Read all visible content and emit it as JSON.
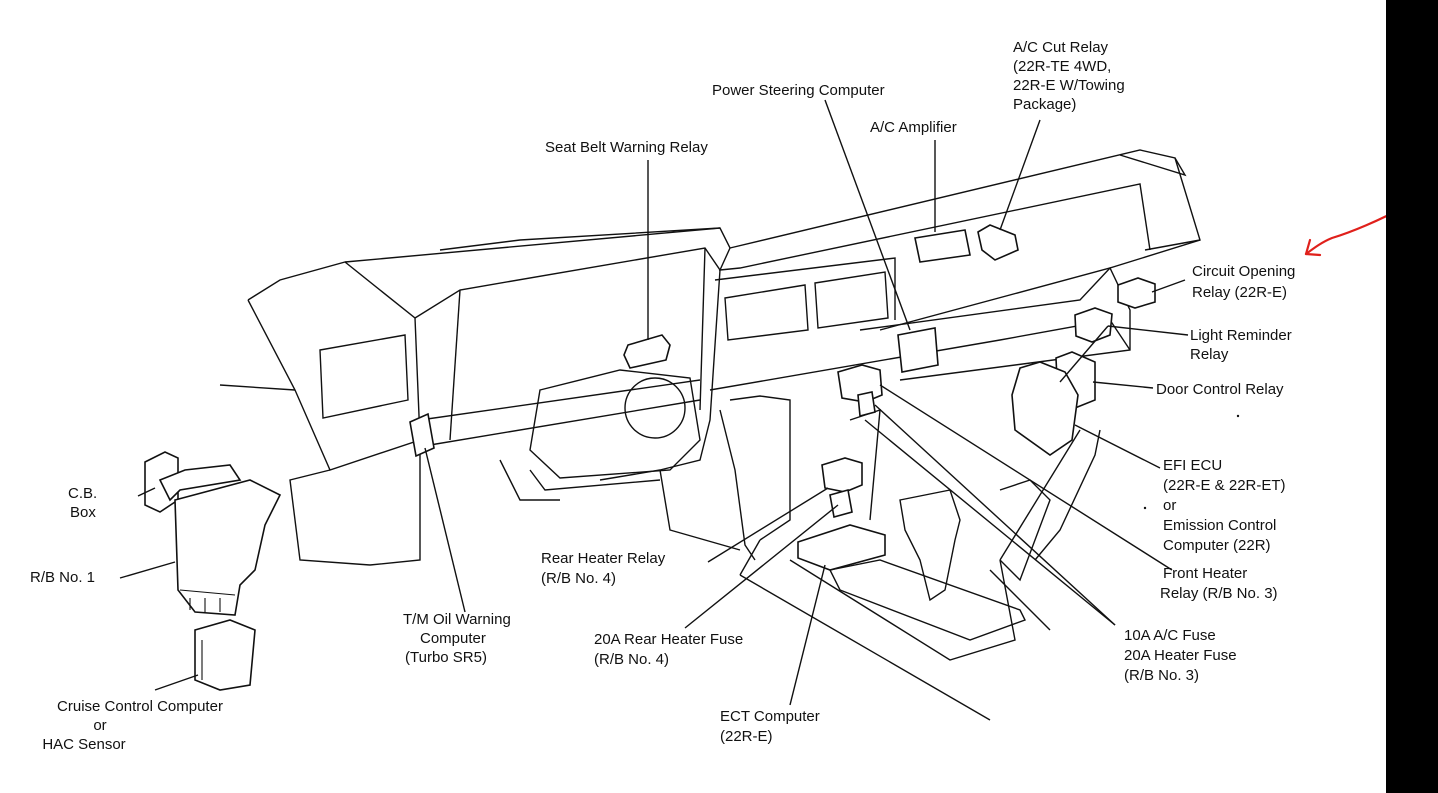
{
  "labels": {
    "power_steering_computer": "Power Steering Computer",
    "ac_cut_relay_1": "A/C Cut Relay",
    "ac_cut_relay_2": "(22R-TE 4WD,",
    "ac_cut_relay_3": "22R-E W/Towing",
    "ac_cut_relay_4": "Package)",
    "ac_amplifier": "A/C Amplifier",
    "seat_belt_warning_relay": "Seat Belt Warning Relay",
    "circuit_opening_relay_1": "Circuit Opening",
    "circuit_opening_relay_2": "Relay (22R-E)",
    "light_reminder_relay_1": "Light Reminder",
    "light_reminder_relay_2": "Relay",
    "door_control_relay": "Door Control Relay",
    "efi_ecu_1": "EFI ECU",
    "efi_ecu_2": "(22R-E & 22R-ET)",
    "efi_ecu_3": "or",
    "efi_ecu_4": "Emission Control",
    "efi_ecu_5": "Computer (22R)",
    "cb_box_1": "C.B.",
    "cb_box_2": "Box",
    "rb_no1": "R/B No. 1",
    "cruise_control_1": "Cruise Control Computer",
    "cruise_control_2": "or",
    "cruise_control_3": "HAC Sensor",
    "tm_oil_1": "T/M Oil Warning",
    "tm_oil_2": "Computer",
    "tm_oil_3": "(Turbo SR5)",
    "rear_heater_relay_1": "Rear Heater Relay",
    "rear_heater_relay_2": "(R/B No. 4)",
    "rear_heater_fuse_1": "20A Rear Heater Fuse",
    "rear_heater_fuse_2": "(R/B No. 4)",
    "ect_computer_1": "ECT Computer",
    "ect_computer_2": "(22R-E)",
    "front_heater_relay_1": "Front Heater",
    "front_heater_relay_2": "Relay (R/B No. 3)",
    "ac_fuse_1": "10A A/C Fuse",
    "ac_fuse_2": "20A Heater Fuse",
    "ac_fuse_3": "(R/B No. 3)"
  },
  "colors": {
    "annotation_arrow": "#e0201b",
    "line": "#111111",
    "edge_bar": "#000000"
  }
}
